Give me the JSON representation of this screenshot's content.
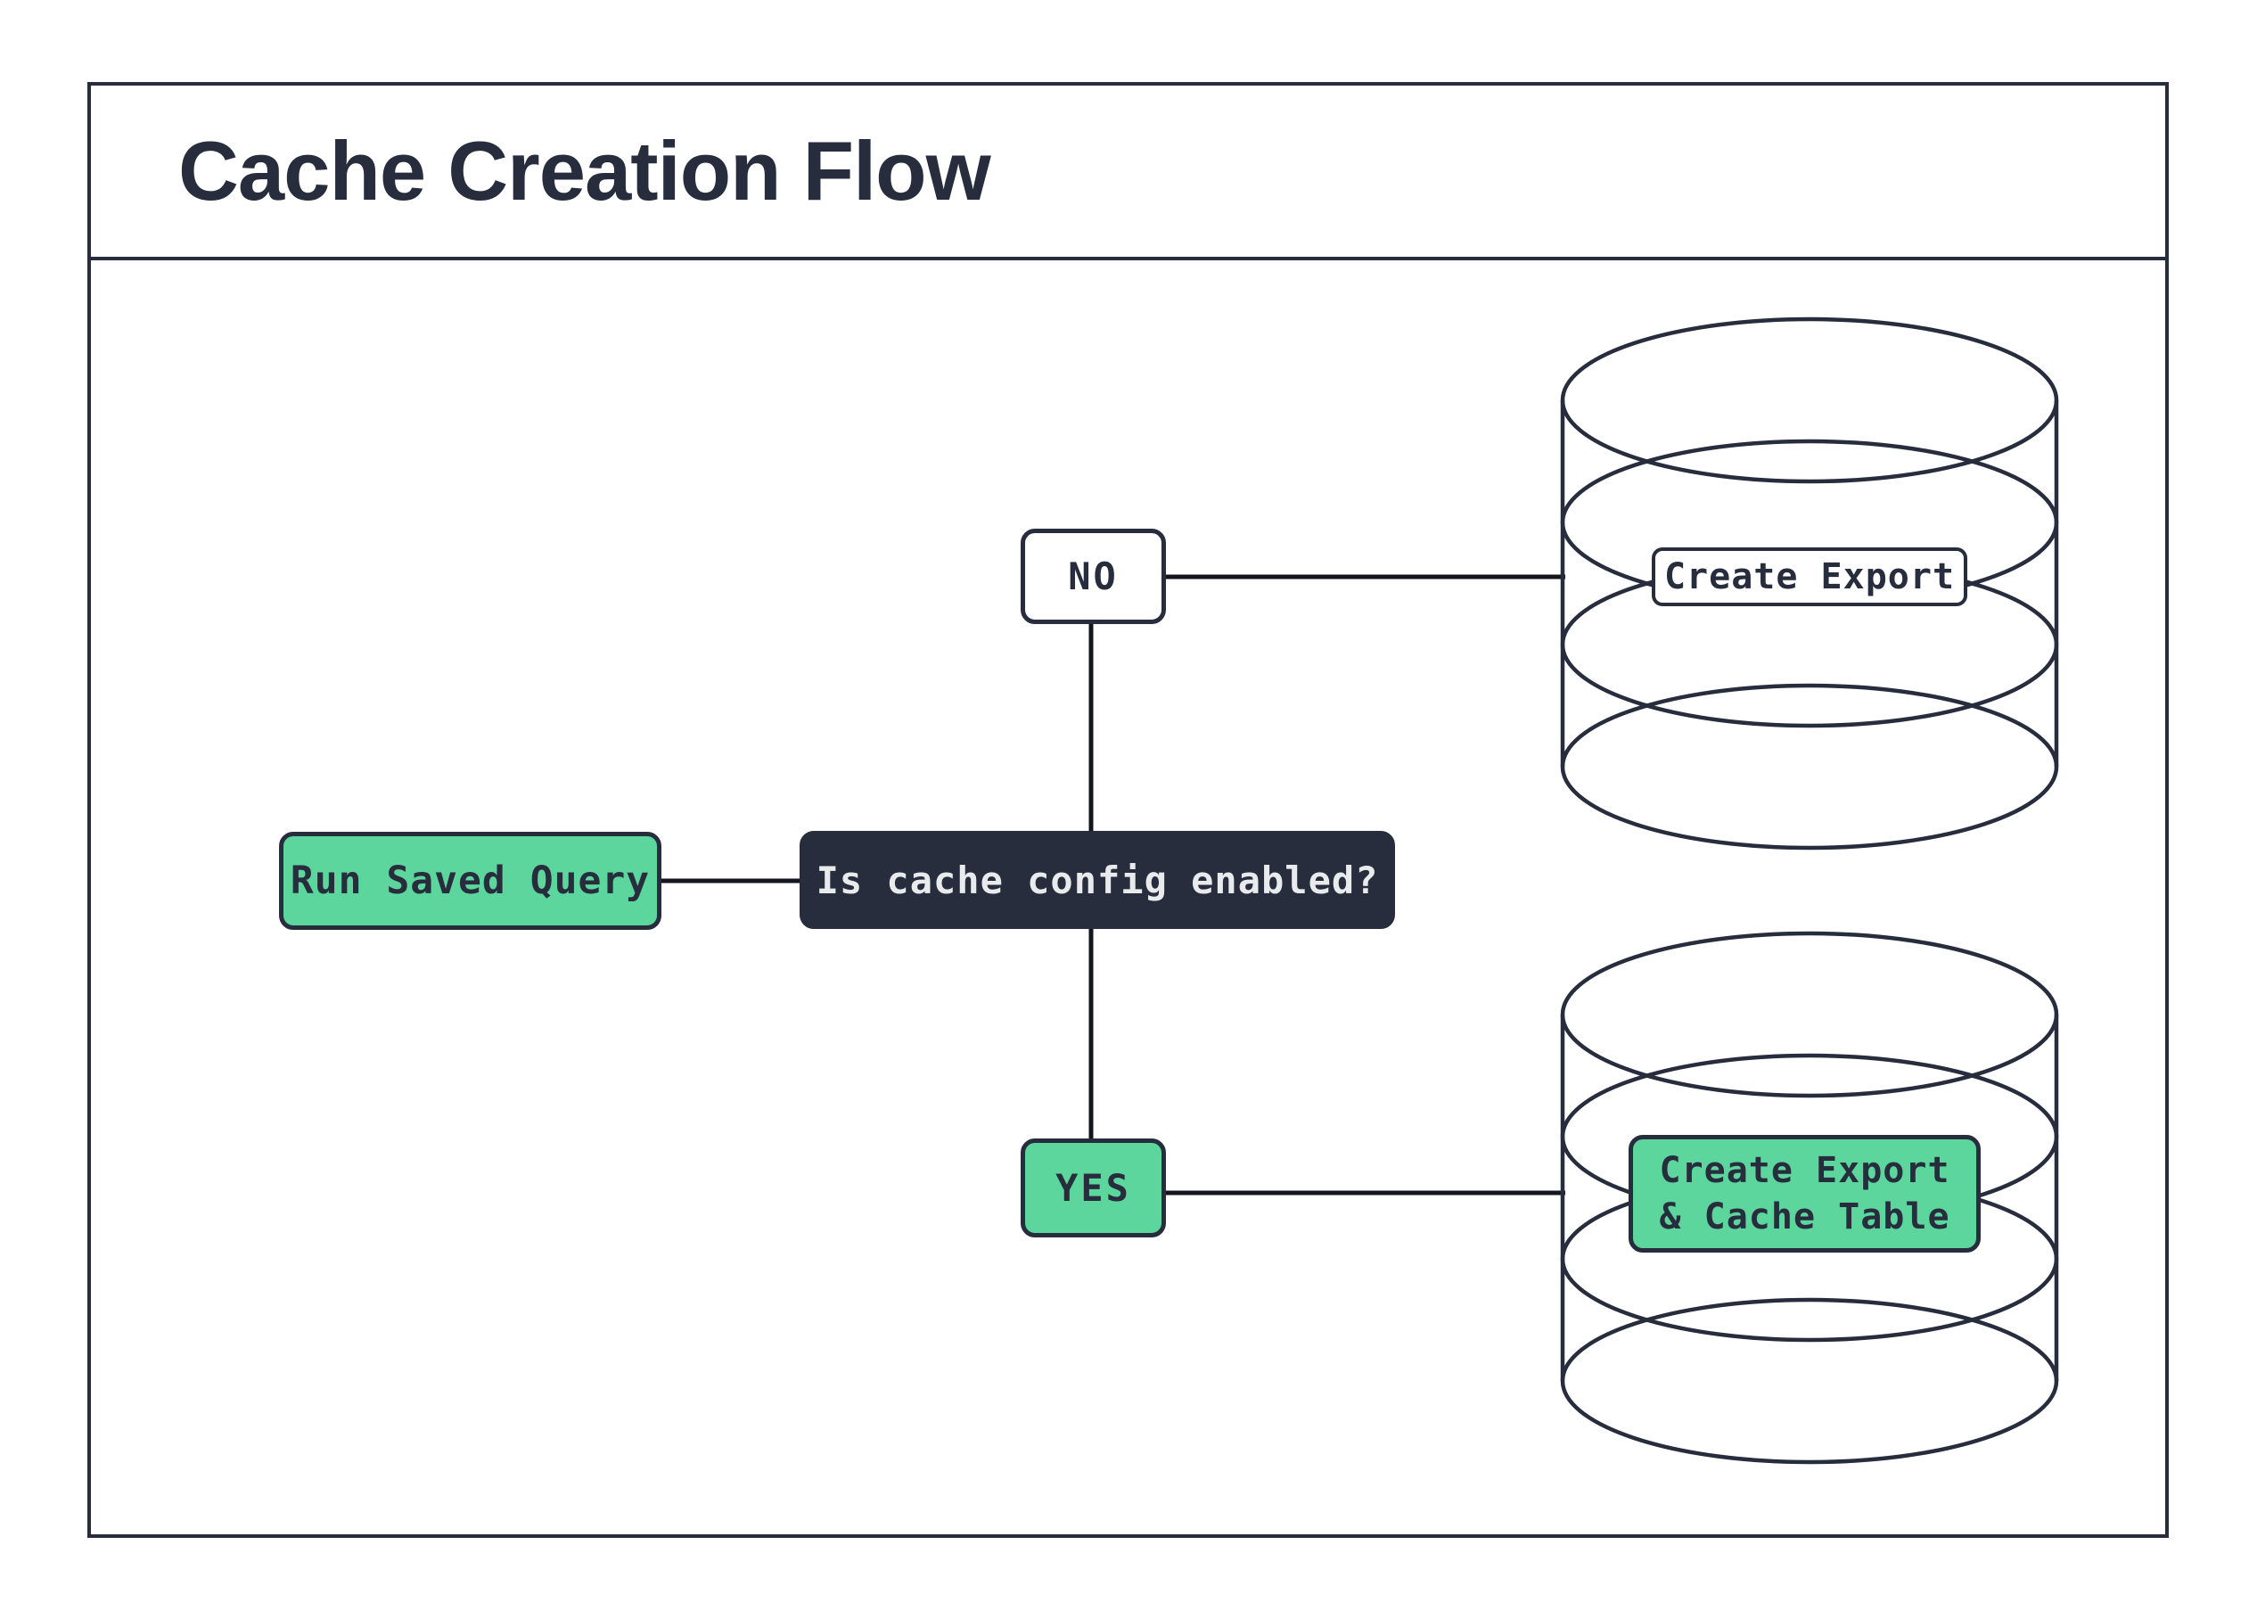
{
  "title": "Cache Creation Flow",
  "colors": {
    "ink": "#272d3d",
    "connector": "#14161f",
    "green": "#5cd69d",
    "light_text": "#e9eaec",
    "background": "#ffffff"
  },
  "nodes": {
    "start": {
      "label": "Run Saved Query"
    },
    "decision": {
      "label": "Is cache config enabled?"
    },
    "no_branch": {
      "label": "NO"
    },
    "yes_branch": {
      "label": "YES"
    },
    "no_result": {
      "label": "Create Export"
    },
    "yes_result": {
      "line1": "Create Export",
      "line2": "& Cache Table"
    }
  }
}
